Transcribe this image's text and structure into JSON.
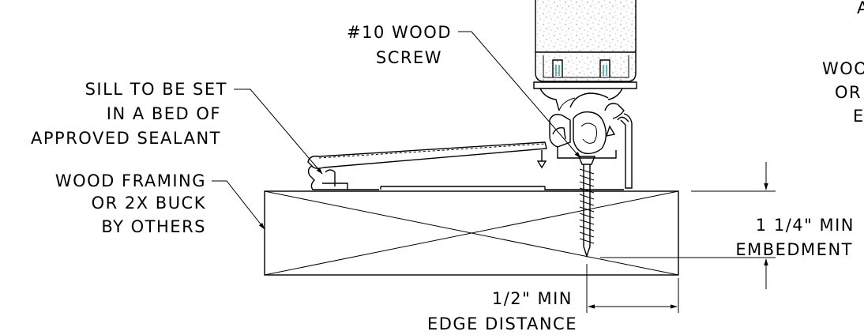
{
  "labels": {
    "screw": [
      "#10 WOOD",
      "SCREW"
    ],
    "sill": [
      "SILL TO BE SET",
      "IN A BED OF",
      "APPROVED SEALANT"
    ],
    "framing": [
      "WOOD FRAMING",
      "OR 2X BUCK",
      "BY OTHERS"
    ],
    "embedment": [
      "1 1/4\" MIN",
      "EMBEDMENT"
    ],
    "edge": [
      "1/2\" MIN",
      "EDGE DISTANCE"
    ],
    "clipped_right": [
      "A",
      "WOO",
      "OR",
      "E"
    ]
  },
  "colors": {
    "line": "#000000",
    "gasket": "#3aa6a0",
    "background": "#ffffff"
  }
}
